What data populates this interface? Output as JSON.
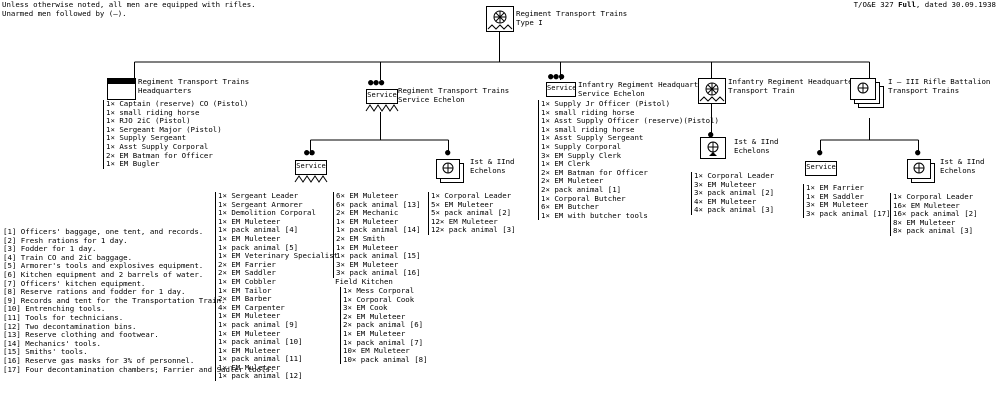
{
  "header": {
    "note1": "Unless otherwise noted, all men are equipped with rifles.",
    "note2": "Unarmed men followed by (–).",
    "toe_prefix": "T/O&E 327 ",
    "toe_bold": "Full",
    "toe_suffix": ", dated 30.09.1938"
  },
  "top": {
    "title1": "Regiment Transport Trains",
    "title2": "Type I"
  },
  "hq": {
    "title1": "Regiment Transport Trains",
    "title2": "Headquarters",
    "lines": [
      "1× Captain (reserve) CO (Pistol)",
      "1× small riding horse",
      "1× RJO 2iC (Pistol)",
      "1× Sergeant Major (Pistol)",
      "1× Supply Sergeant",
      "1× Asst Supply Corporal",
      "2× EM Batman for Officer",
      "1× EM Bugler"
    ]
  },
  "service_echelon": {
    "symbol_label": "Service",
    "title1": "Regiment Transport Trains",
    "title2": "Service Echelon"
  },
  "inf_service": {
    "symbol_label": "Service",
    "title1": "Infantry Regiment Headquarters",
    "title2": "Service Echelon",
    "lines": [
      "1× Supply Jr Officer (Pistol)",
      "1× small riding horse",
      "1× Asst Supply Officer (reserve)(Pistol)",
      "1× small riding horse",
      "1× Asst Supply Sergeant",
      "1× Supply Corporal",
      "3× EM Supply Clerk",
      "1× EM Clerk",
      "2× EM Batman for Officer",
      "2× EM Muleteer",
      "2× pack animal [1]",
      "1× Corporal Butcher",
      "6× EM Butcher",
      "1× EM with butcher tools"
    ]
  },
  "inf_transport": {
    "title1": "Infantry Regiment Headquarters",
    "title2": "Transport Train",
    "sub_title1": "Ist & IInd",
    "sub_title2": "Echelons",
    "lines": [
      "1× Corporal Leader",
      "3× EM Muleteer",
      "3× pack animal [2]",
      "4× EM Muleteer",
      "4× pack animal [3]"
    ]
  },
  "rifle_bn": {
    "title1": "I – III Rifle Battalion",
    "title2": "Transport Trains",
    "service_label": "Service",
    "service_lines": [
      "1× EM Farrier",
      "1× EM Saddler",
      "3× EM Muleteer",
      "3× pack animal [17]"
    ],
    "ech_title1": "Ist & IInd",
    "ech_title2": "Echelons",
    "ech_lines": [
      "1× Corporal Leader",
      "16× EM Muleteer",
      "16× pack animal [2]",
      "8× EM Muleteer",
      "8× pack animal [3]"
    ]
  },
  "svc_sub": {
    "symbol_label": "Service",
    "col1": [
      "1× Sergeant Leader",
      "1× Sergeant Armorer",
      "1× Demolition Corporal",
      "1× EM Muleteer",
      "1× pack animal [4]",
      "1× EM Muleteer",
      "1× pack animal [5]",
      "1× EM Veterinary Specialist",
      "2× EM Farrier",
      "2× EM Saddler",
      "1× EM Cobbler",
      "1× EM Tailor",
      "2× EM Barber",
      "4× EM Carpenter",
      "1× EM Muleteer",
      "1× pack animal [9]",
      "1× EM Muleteer",
      "1× pack animal [10]",
      "1× EM Muleteer",
      "1× pack animal [11]",
      "1× EM Muleteer",
      "1× pack animal [12]"
    ],
    "col2": [
      "6× EM Muleteer",
      "6× pack animal [13]",
      "2× EM Mechanic",
      "1× EM Muleteer",
      "1× pack animal [14]",
      "2× EM Smith",
      "1× EM Muleteer",
      "1× pack animal [15]",
      "3× EM Muleteer",
      "3× pack animal [16]"
    ],
    "field_kitchen": "Field Kitchen",
    "col3": [
      "1× Mess Corporal",
      "1× Corporal  Cook",
      "3× EM Cook",
      "2× EM Muleteer",
      "2× pack animal [6]",
      "1× EM Muleteer",
      "1× pack animal [7]",
      "10× EM Muleteer",
      "10× pack animal [8]"
    ]
  },
  "svc_ech": {
    "title1": "Ist & IInd",
    "title2": "Echelons",
    "lines": [
      "1× Corporal Leader",
      "5× EM Muleteer",
      "5× pack animal [2]",
      "12× EM Muleteer",
      "12× pack animal [3]"
    ]
  },
  "legend": [
    "[1] Officers' baggage, one tent, and records.",
    "[2] Fresh rations for 1 day.",
    "[3] Fodder for 1 day.",
    "[4] Train CO and 2iC baggage.",
    "[5] Armorer's tools and explosives equipment.",
    "[6] Kitchen equipment and 2 barrels of water.",
    "[7] Officers' kitchen equipment.",
    "[8] Reserve rations and fodder for 1 day.",
    "[9] Records and tent for the Transportation Train.",
    "[10] Entrenching tools.",
    "[11] Tools for technicians.",
    "[12] Two decontamination bins.",
    "[13] Reserve clothing and footwear.",
    "[14] Mechanics' tools.",
    "[15] Smiths' tools.",
    "[16] Reserve gas masks for 3% of personnel.",
    "[17] Four decontamination chambers; Farrier and Sadler tools."
  ]
}
